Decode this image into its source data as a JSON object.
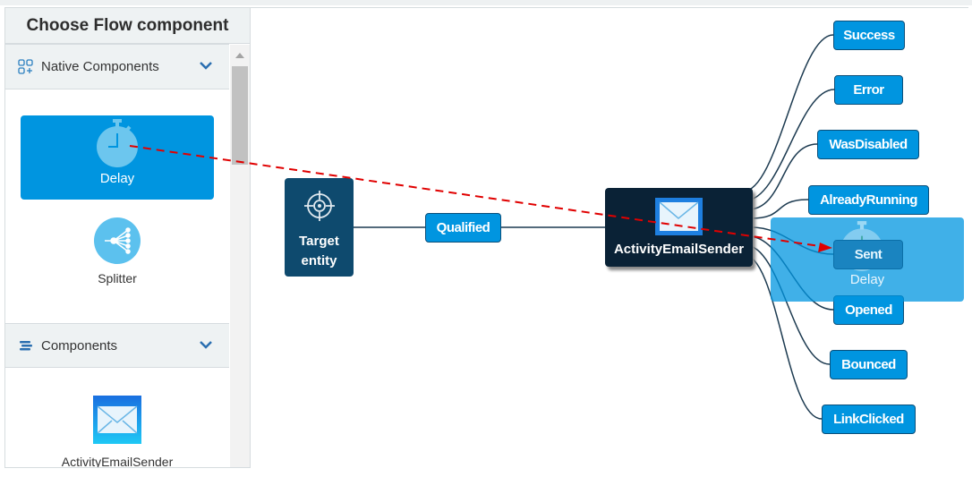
{
  "sidebar": {
    "title": "Choose Flow component",
    "sections": [
      {
        "label": "Native Components",
        "icon": "grid-plus-icon",
        "items": [
          {
            "label": "Delay",
            "icon": "stopwatch-icon",
            "selected": true
          },
          {
            "label": "Splitter",
            "icon": "splitter-icon"
          }
        ]
      },
      {
        "label": "Components",
        "icon": "stack-icon",
        "items": [
          {
            "label": "ActivityEmailSender",
            "icon": "envelope-icon"
          }
        ]
      }
    ]
  },
  "canvas": {
    "target": {
      "label": "Target entity"
    },
    "qualified": "Qualified",
    "sender": "ActivityEmailSender",
    "outcomes": [
      "Success",
      "Error",
      "WasDisabled",
      "AlreadyRunning",
      "Sent",
      "Opened",
      "Bounced",
      "LinkClicked"
    ],
    "drag_ghost": "Delay"
  },
  "colors": {
    "accent": "#0095e0",
    "node_dark": "#0a2236",
    "target": "#0e4a6e",
    "drag_line": "#e00000"
  }
}
